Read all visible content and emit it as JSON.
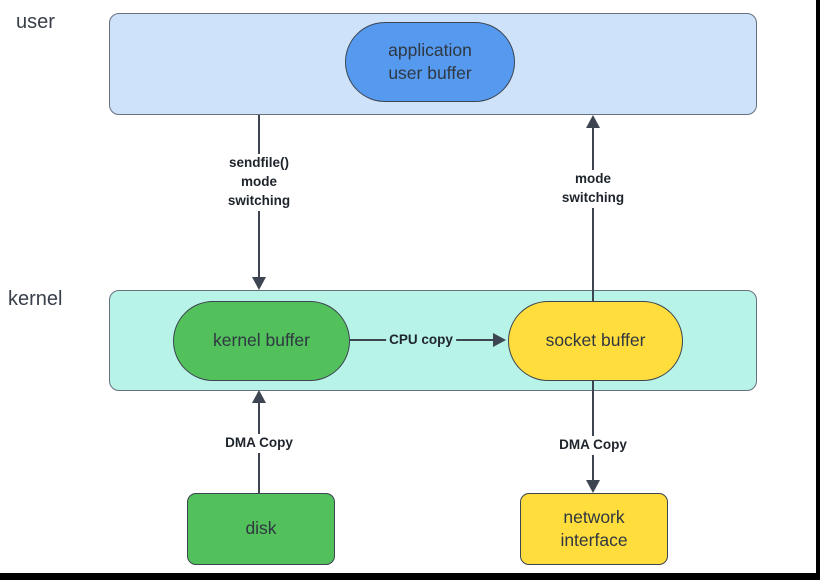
{
  "frame": {
    "color": "#000000"
  },
  "layers": {
    "user": {
      "label": "user",
      "band_fill": "#cee2fa",
      "band_border": "#67707e"
    },
    "kernel": {
      "label": "kernel",
      "band_fill": "#b8f3e7",
      "band_border": "#67707e"
    }
  },
  "nodes": {
    "application_user_buffer": {
      "label": "application\nuser buffer",
      "fill": "#569af0"
    },
    "kernel_buffer": {
      "label": "kernel buffer",
      "fill": "#52c15c"
    },
    "socket_buffer": {
      "label": "socket buffer",
      "fill": "#ffdd3d"
    },
    "disk": {
      "label": "disk",
      "fill": "#52c15c"
    },
    "network_interface": {
      "label": "network\ninterface",
      "fill": "#ffdd3d"
    }
  },
  "edges": {
    "sendfile_mode_switching": {
      "label": "sendfile()\nmode\nswitching"
    },
    "mode_switching": {
      "label": "mode\nswitching"
    },
    "cpu_copy": {
      "label": "CPU copy"
    },
    "dma_copy_disk": {
      "label": "DMA Copy"
    },
    "dma_copy_network": {
      "label": "DMA Copy"
    }
  },
  "colors": {
    "arrow": "#3d4553",
    "node_border": "#3c4450",
    "node_text": "#2f3740",
    "layer_label_text": "#39404b",
    "edge_label_text": "#1e242b",
    "edge_label_bg_white": "#ffffff"
  }
}
